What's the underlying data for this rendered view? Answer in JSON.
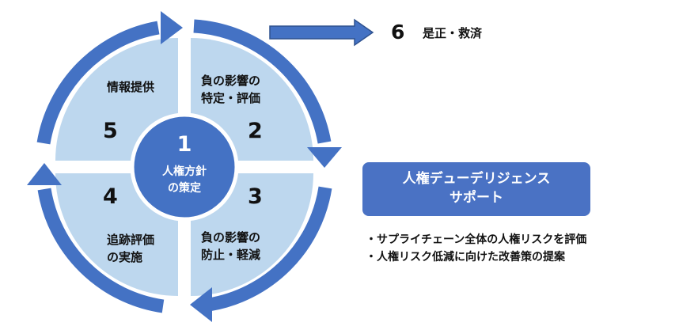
{
  "cycle": {
    "center": {
      "number": "1",
      "line1": "人権方針",
      "line2": "の策定"
    },
    "step2": {
      "number": "2",
      "line1": "負の影響の",
      "line2": "特定・評価"
    },
    "step3": {
      "number": "3",
      "line1": "負の影響の",
      "line2": "防止・軽減"
    },
    "step4": {
      "number": "4",
      "line1": "追跡評価",
      "line2": "の実施"
    },
    "step5": {
      "number": "5",
      "line1": "情報提供"
    }
  },
  "step6": {
    "number": "6",
    "label": "是正・救済"
  },
  "support_box": {
    "line1": "人権デューデリジェンス",
    "line2": "サポート"
  },
  "bullets": [
    "・サプライチェーン全体の人権リスクを評価",
    "・人権リスク低減に向けた改善策の提案"
  ],
  "colors": {
    "ring": "#4472c4",
    "quadrant_fill": "#bdd7ee",
    "center_fill": "#4472c4",
    "box_fill": "#4a72c4"
  }
}
